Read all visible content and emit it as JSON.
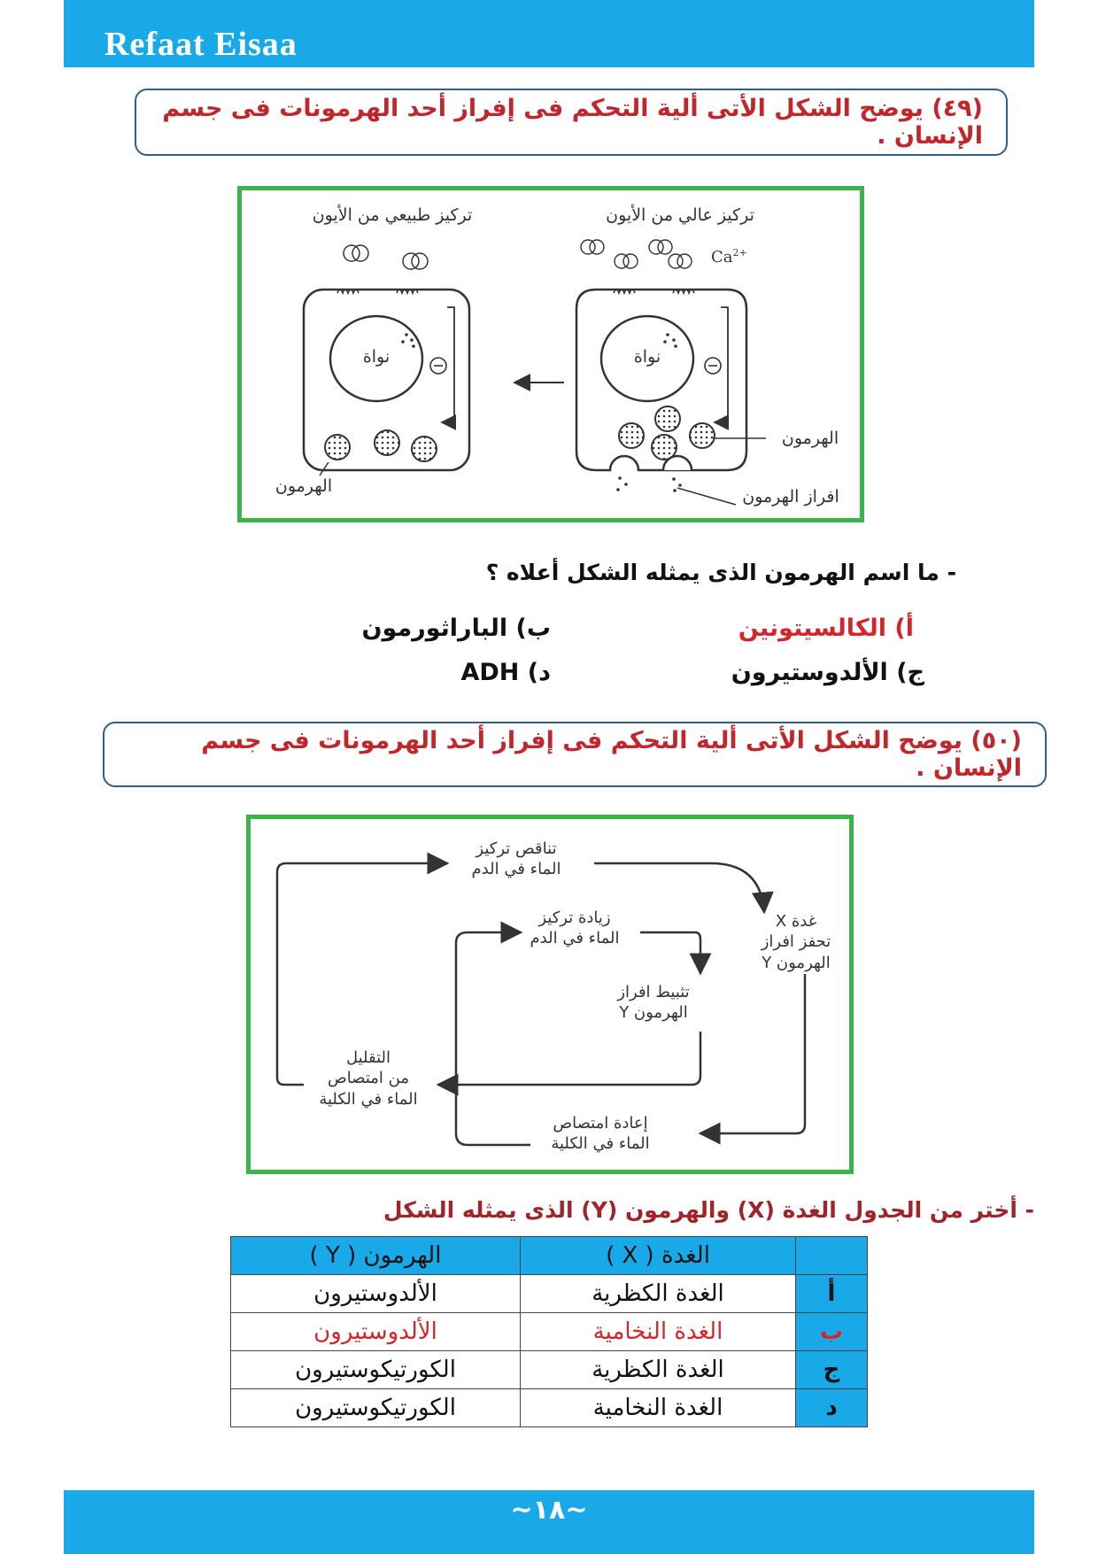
{
  "header": {
    "author": "Refaat  Eisaa"
  },
  "q49": {
    "title": "(٤٩) يوضح الشكل الأتى ألية التحكم فى إفراز أحد الهرمونات فى جسم الإنسان .",
    "figure": {
      "left_cell_title": "تركيز طبيعي من الأيون",
      "right_cell_title": "تركيز عالي من الأيون",
      "nucleus_label": "نواة",
      "hormone_label": "الهرمون",
      "secretion_label": "افراز الهرمون",
      "ion_label": "Ca",
      "ion_charge": "2+",
      "minus_sign": "−"
    },
    "question": "- ما اسم الهرمون الذى يمثله الشكل أعلاه ؟",
    "options": {
      "a": "أ) الكالسيتونين",
      "b": "ب) الباراثورمون",
      "c": "ج) الألدوستيرون",
      "d": "د)  ADH"
    }
  },
  "q50": {
    "title": "(٥٠) يوضح الشكل الأتى ألية التحكم فى إفراز أحد الهرمونات فى جسم الإنسان .",
    "figure": {
      "decrease_water": [
        "تناقص تركيز",
        "الماء في الدم"
      ],
      "gland_x": [
        "غدة X",
        "تحفز افراز",
        "الهرمون Y"
      ],
      "reabsorb": [
        "إعادة امتصاص",
        "الماء في الكلية"
      ],
      "reduce_absorb": [
        "التقليل",
        "من امتصاص",
        "الماء في الكلية"
      ],
      "increase_water": [
        "زيادة تركيز",
        "الماء في الدم"
      ],
      "inhibit_y": [
        "تثبيط افراز",
        "الهرمون Y"
      ]
    },
    "question": "- أختر من الجدول الغدة (X) والهرمون (Y) الذى يمثله الشكل",
    "table": {
      "header_x": "الغدة  ( X )",
      "header_y": "الهرمون ( Y )",
      "rows": [
        {
          "letter": "أ",
          "x": "الغدة الكظرية",
          "y": "الألدوستيرون"
        },
        {
          "letter": "ب",
          "x": "الغدة النخامية",
          "y": "الألدوستيرون"
        },
        {
          "letter": "ج",
          "x": "الغدة الكظرية",
          "y": "الكورتيكوستيرون"
        },
        {
          "letter": "د",
          "x": "الغدة النخامية",
          "y": "الكورتيكوستيرون"
        }
      ]
    }
  },
  "footer": {
    "page": "~١٨~"
  },
  "colors": {
    "header_blue": "#1aa9e8",
    "answer_red": "#d3262c",
    "figure_green": "#3bb54a"
  }
}
